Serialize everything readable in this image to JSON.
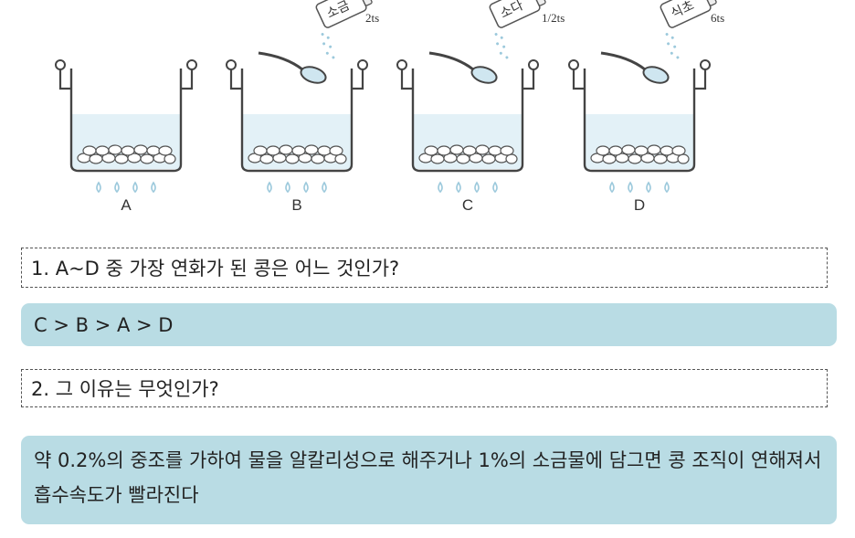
{
  "pots": [
    {
      "label": "A",
      "additive": "",
      "amount": ""
    },
    {
      "label": "B",
      "additive": "소금",
      "amount": "2ts"
    },
    {
      "label": "C",
      "additive": "소다",
      "amount": "1/2ts"
    },
    {
      "label": "D",
      "additive": "식초",
      "amount": "6ts"
    }
  ],
  "question1": "1. A~D 중 가장 연화가 된 콩은 어느 것인가?",
  "answer1": "C > B > A > D",
  "question2": "2. 그 이유는 무엇인가?",
  "answer2": "약 0.2%의 중조를 가하여 물을 알칼리성으로 해주거나 1%의 소금물에 담그면 콩 조직이 연해져서 흡수속도가 빨라진다"
}
